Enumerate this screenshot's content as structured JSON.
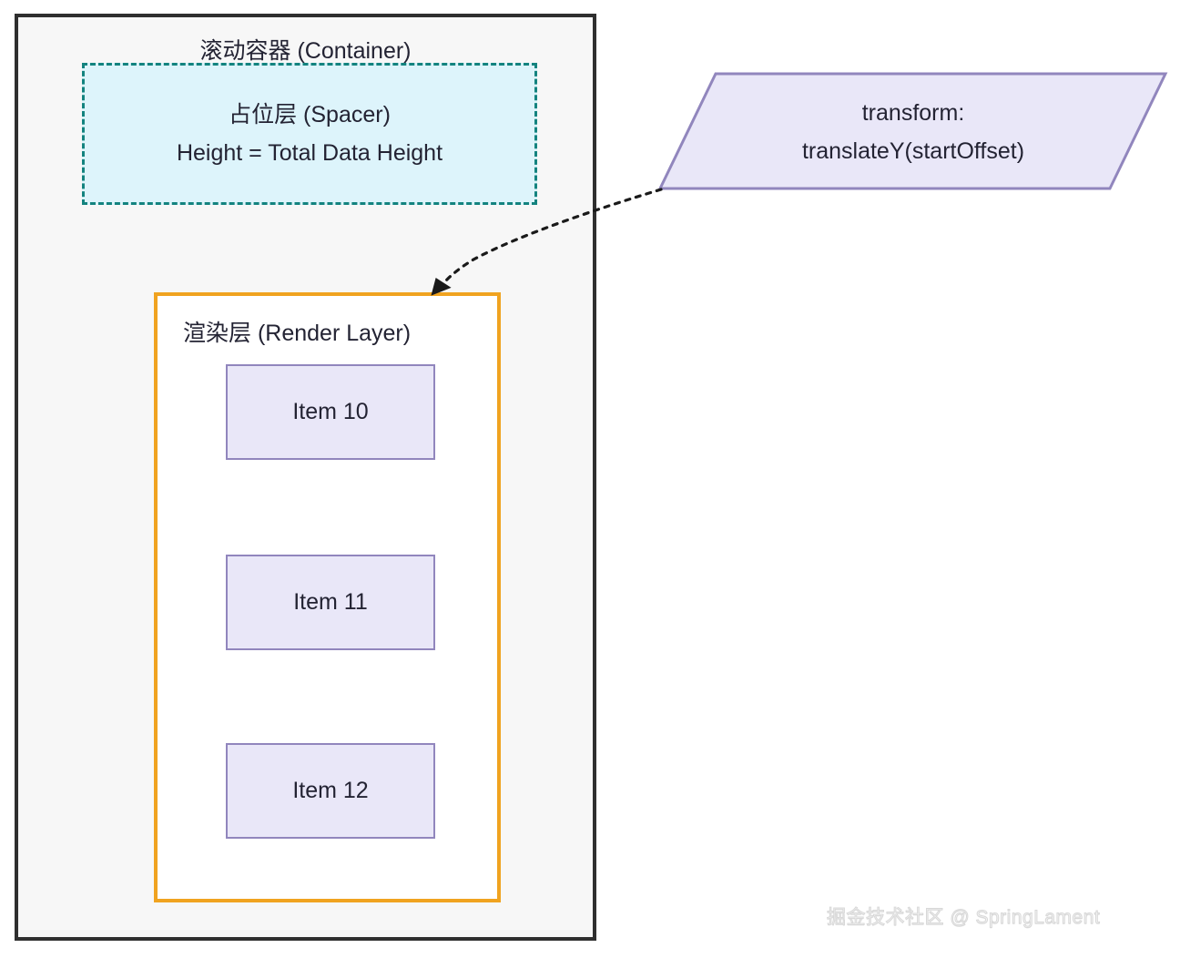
{
  "diagram": {
    "background_color": "#ffffff",
    "container": {
      "title": "滚动容器 (Container)",
      "fill_color": "#f7f7f7",
      "border_color": "#2f2f2f"
    },
    "spacer": {
      "title": "占位层 (Spacer)",
      "detail": "Height = Total Data Height",
      "fill_color": "#ddf4fb",
      "border_color": "#13837f",
      "border_style": "dashed"
    },
    "render_layer": {
      "title": "渲染层 (Render Layer)",
      "fill_color": "#ffffff",
      "border_color": "#f0a320",
      "items": [
        {
          "label": "Item 10"
        },
        {
          "label": "Item 11"
        },
        {
          "label": "Item 12"
        }
      ],
      "item_fill_color": "#e9e7f8",
      "item_border_color": "#9186bd"
    },
    "note": {
      "line1": "transform:",
      "line2": "translateY(startOffset)",
      "fill_color": "#e9e7f8",
      "border_color": "#9186bd",
      "shape": "parallelogram"
    },
    "connector": {
      "style": "dotted",
      "color": "#1a1a1a",
      "arrow": "arrowhead-icon",
      "from": "transform note",
      "to": "渲染层 (Render Layer)"
    },
    "watermark": {
      "text": "掘金技术社区 @ SpringLament"
    }
  }
}
